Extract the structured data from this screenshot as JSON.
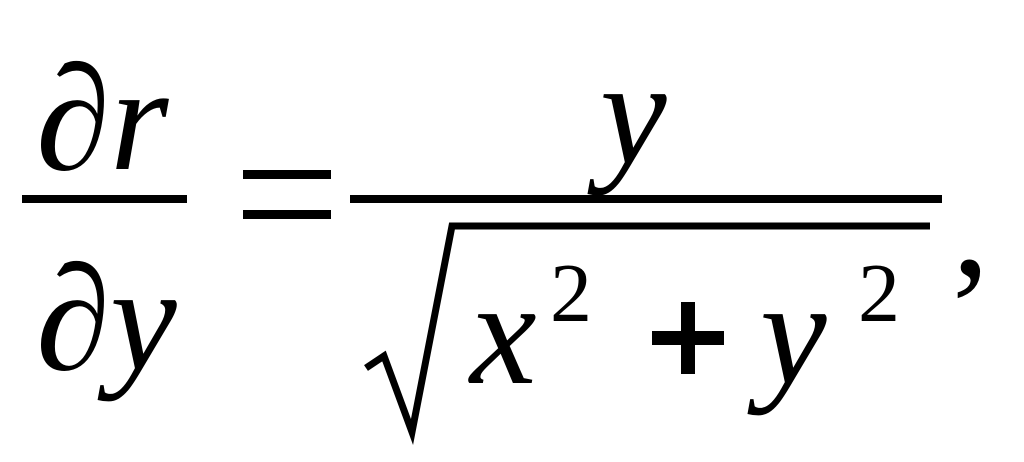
{
  "equation": {
    "lhs": {
      "numerator": "∂r",
      "denominator": "∂y"
    },
    "equals": "=",
    "rhs": {
      "numerator": "y",
      "denominator": {
        "radicand": {
          "term1_base": "x",
          "term1_exp": "2",
          "operator": "+",
          "term2_base": "y",
          "term2_exp": "2"
        }
      }
    },
    "trailing_punctuation": ","
  }
}
